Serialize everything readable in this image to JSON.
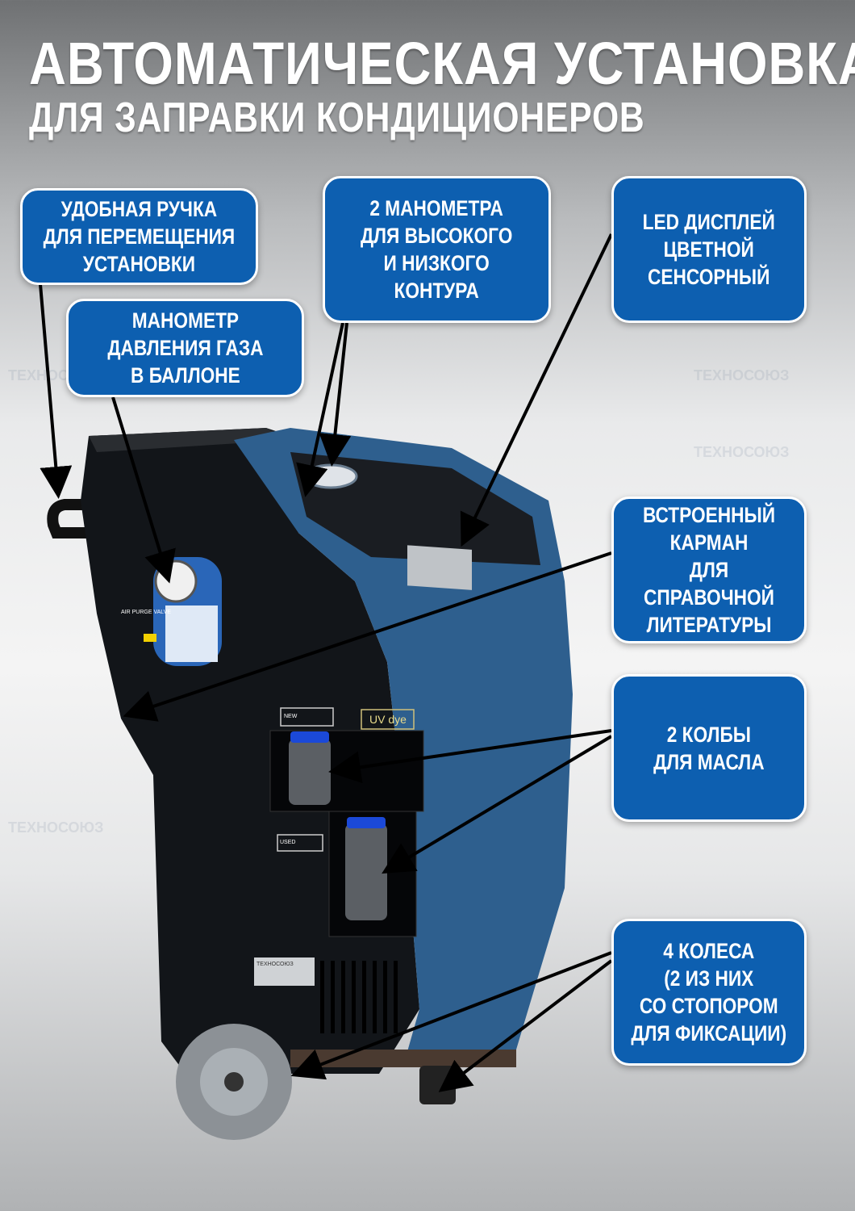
{
  "title": {
    "line1": "АВТОМАТИЧЕСКАЯ УСТАНОВКА",
    "line2": "ДЛЯ ЗАПРАВКИ КОНДИЦИОНЕРОВ"
  },
  "callouts": [
    {
      "text": "УДОБНАЯ РУЧКА\nДЛЯ ПЕРЕМЕЩЕНИЯ\nУСТАНОВКИ"
    },
    {
      "text": "МАНОМЕТР\nДАВЛЕНИЯ ГАЗА\nВ БАЛЛОНЕ"
    },
    {
      "text": "2 МАНОМЕТРА\nДЛЯ ВЫСОКОГО\nИ НИЗКОГО\nКОНТУРА"
    },
    {
      "text": "LED ДИСПЛЕЙ\nЦВЕТНОЙ\nСЕНСОРНЫЙ"
    },
    {
      "text": "ВСТРОЕННЫЙ\nКАРМАН\nДЛЯ СПРАВОЧНОЙ\nЛИТЕРАТУРЫ"
    },
    {
      "text": "2 КОЛБЫ\nДЛЯ МАСЛА"
    },
    {
      "text": "4 КОЛЕСА\n(2 ИЗ НИХ\nСО СТОПОРОМ\nДЛЯ ФИКСАЦИИ)"
    }
  ],
  "machine_labels": {
    "uv": "UV dye",
    "new": "NEW",
    "used": "USED",
    "air_purge": "AIR PURGE VALVE",
    "brand": "ТЕХНОСОЮЗ"
  },
  "watermark": "ТЕХНОСОЮЗ",
  "colors": {
    "callout": "#0d5fb0",
    "shell": "#2e5f8e",
    "body": "#111418"
  }
}
